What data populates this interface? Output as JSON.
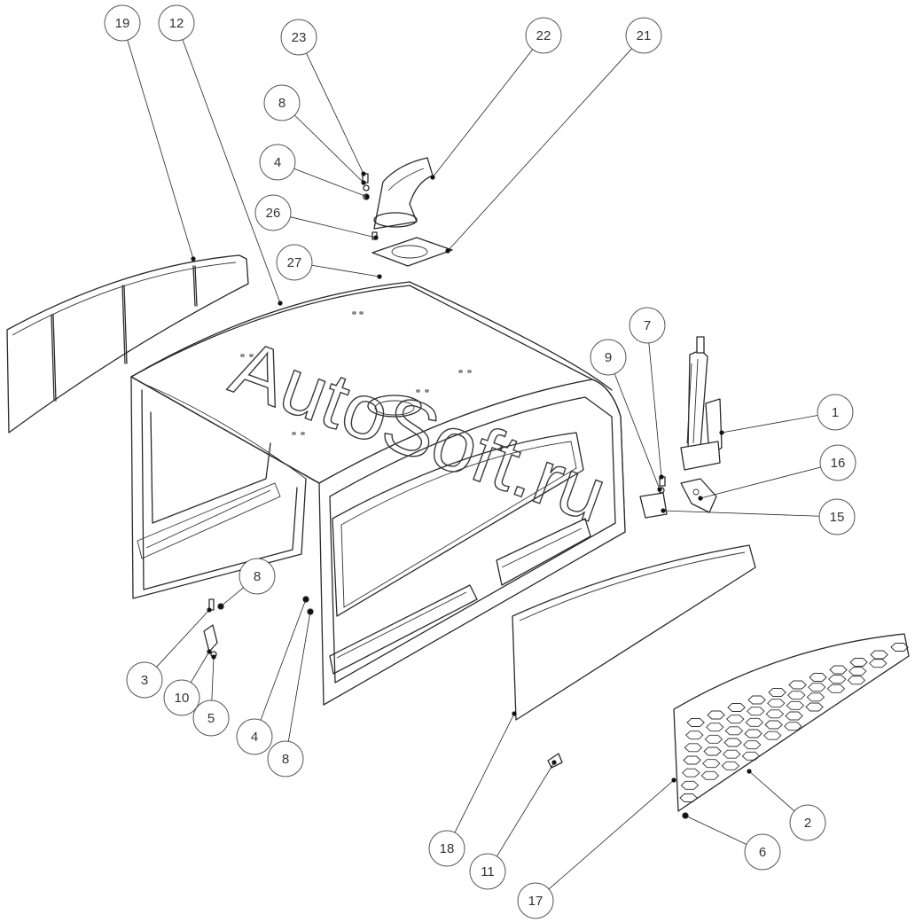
{
  "watermark": "AutoSoft.ru",
  "callouts": [
    {
      "id": "19",
      "label": "19"
    },
    {
      "id": "12",
      "label": "12"
    },
    {
      "id": "23",
      "label": "23"
    },
    {
      "id": "22",
      "label": "22"
    },
    {
      "id": "21",
      "label": "21"
    },
    {
      "id": "8a",
      "label": "8"
    },
    {
      "id": "4a",
      "label": "4"
    },
    {
      "id": "26",
      "label": "26"
    },
    {
      "id": "27",
      "label": "27"
    },
    {
      "id": "7",
      "label": "7"
    },
    {
      "id": "9",
      "label": "9"
    },
    {
      "id": "1",
      "label": "1"
    },
    {
      "id": "16",
      "label": "16"
    },
    {
      "id": "15",
      "label": "15"
    },
    {
      "id": "8b",
      "label": "8"
    },
    {
      "id": "3",
      "label": "3"
    },
    {
      "id": "10",
      "label": "10"
    },
    {
      "id": "5",
      "label": "5"
    },
    {
      "id": "4b",
      "label": "4"
    },
    {
      "id": "8c",
      "label": "8"
    },
    {
      "id": "2",
      "label": "2"
    },
    {
      "id": "6",
      "label": "6"
    },
    {
      "id": "18",
      "label": "18"
    },
    {
      "id": "11",
      "label": "11"
    },
    {
      "id": "17",
      "label": "17"
    }
  ]
}
